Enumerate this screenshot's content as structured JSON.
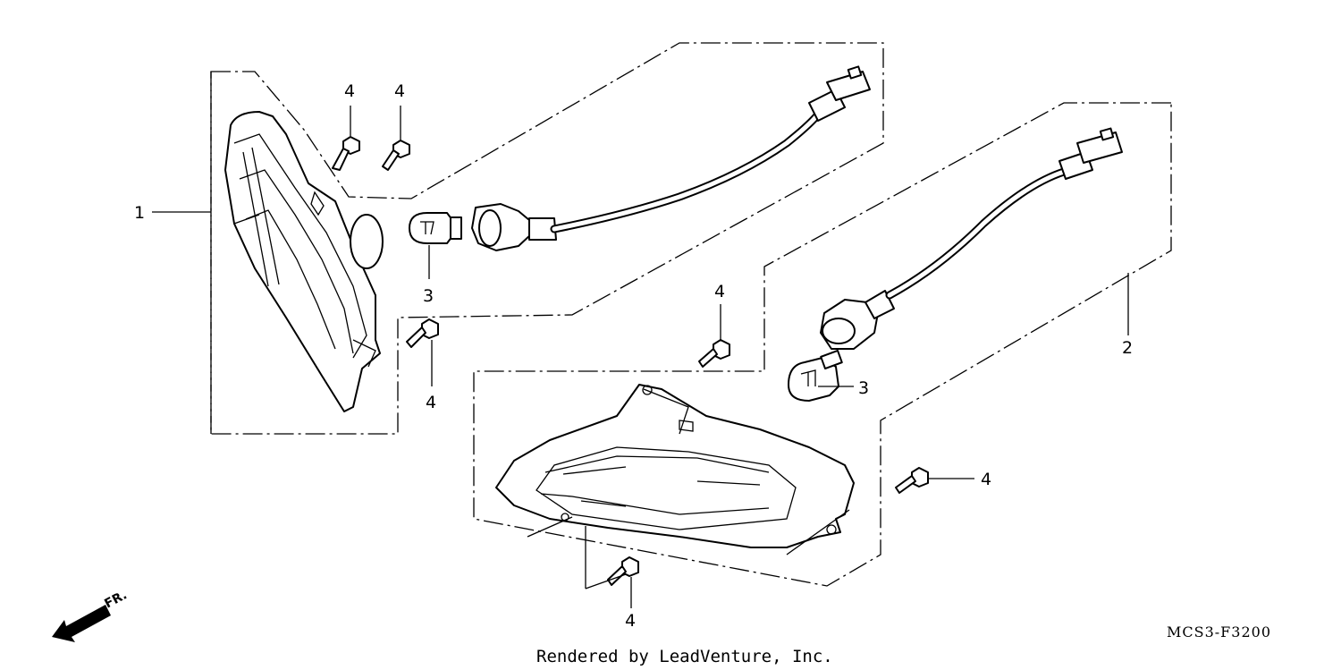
{
  "callouts": {
    "left_lamp": "1",
    "right_lamp": "2",
    "bulb_left": "3",
    "bulb_right": "3",
    "screw_top_a": "4",
    "screw_top_b": "4",
    "screw_left_mid": "4",
    "screw_right_top": "4",
    "screw_right_side": "4",
    "screw_bottom": "4"
  },
  "direction_label": "FR.",
  "diagram_code": "MCS3-F3200",
  "credit": "Rendered by LeadVenture, Inc."
}
